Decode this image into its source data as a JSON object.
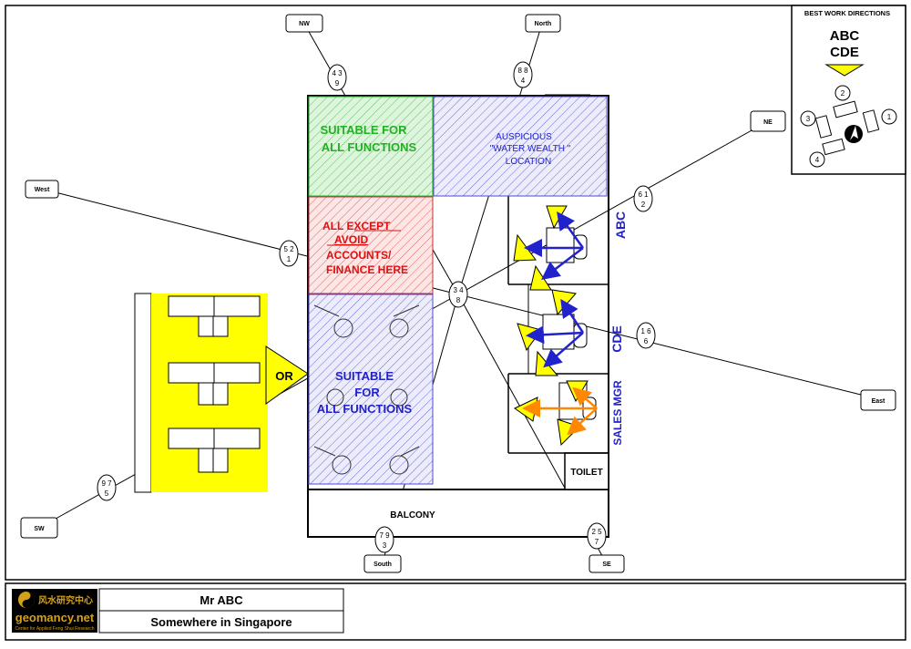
{
  "legend": {
    "title": "BEST WORK DIRECTIONS",
    "line1": "ABC",
    "line2": "CDE",
    "seats": [
      "1",
      "2",
      "3",
      "4"
    ]
  },
  "directions": {
    "nw": "NW",
    "north": "North",
    "ne": "NE",
    "west": "West",
    "east": "East",
    "sw": "SW",
    "south": "South",
    "se": "SE"
  },
  "stars": {
    "nw": [
      "4 3",
      "9"
    ],
    "north": [
      "8 8",
      "4"
    ],
    "ne": [
      "6 1",
      "2"
    ],
    "west": [
      "5 2",
      "1"
    ],
    "center": [
      "3 4",
      "8"
    ],
    "east": [
      "1 6",
      "6"
    ],
    "sw": [
      "9 7",
      "5"
    ],
    "south": [
      "7 9",
      "3"
    ],
    "se": [
      "2 5",
      "7"
    ]
  },
  "zones": {
    "green": [
      "SUITABLE FOR",
      "ALL FUNCTIONS"
    ],
    "water": [
      "AUSPICIOUS",
      "\"WATER WEALTH \"",
      "LOCATION"
    ],
    "red_title": "ALL EXCEPT",
    "red_avoid": "AVOID",
    "red_rest": [
      "ACCOUNTS/",
      "FINANCE HERE"
    ],
    "blue": [
      "SUITABLE",
      "FOR",
      "ALL FUNCTIONS"
    ]
  },
  "labels": {
    "or": "OR",
    "balcony": "BALCONY",
    "toilet": "TOILET",
    "abc": "ABC",
    "cde": "CDE",
    "sales": "SALES MGR"
  },
  "footer": {
    "client": "Mr ABC",
    "location": "Somewhere in Singapore",
    "logo_chinese": "风水研究中心",
    "logo_brand": "geomancy.net",
    "logo_tagline": "Center for Applied Feng Shui Research"
  },
  "colors": {
    "green": "#22b022",
    "blue": "#2222cc",
    "red": "#e01010",
    "yellow": "#ffff00",
    "arrow_orange": "#ff8800"
  }
}
